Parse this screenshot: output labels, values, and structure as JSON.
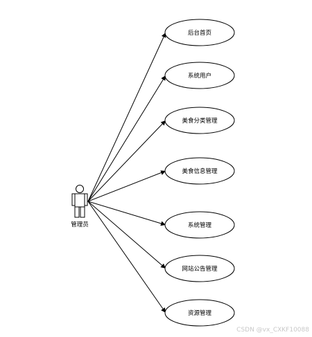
{
  "actor": {
    "label": "管理员"
  },
  "use_cases": [
    {
      "label": "后台首页"
    },
    {
      "label": "系统用户"
    },
    {
      "label": "美食分类管理"
    },
    {
      "label": "美食信息管理"
    },
    {
      "label": "系统管理"
    },
    {
      "label": "网站公告管理"
    },
    {
      "label": "资源管理"
    }
  ],
  "watermark": "CSDN @vx_CXKF10088",
  "colors": {
    "stroke": "#000000",
    "background": "#ffffff",
    "watermark": "#c8c8c8"
  }
}
